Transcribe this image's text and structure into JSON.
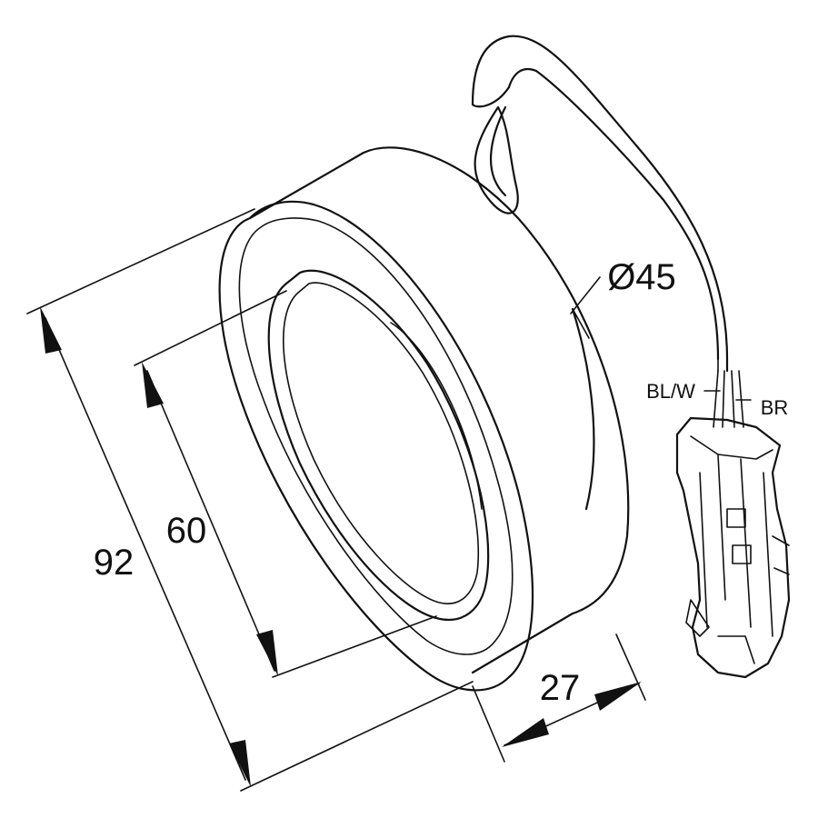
{
  "dimensions": {
    "outer_diameter": "92",
    "inner_diameter": "60",
    "bore": "Ø45",
    "width": "27"
  },
  "wires": {
    "left": "BL/W",
    "right": "BR"
  }
}
